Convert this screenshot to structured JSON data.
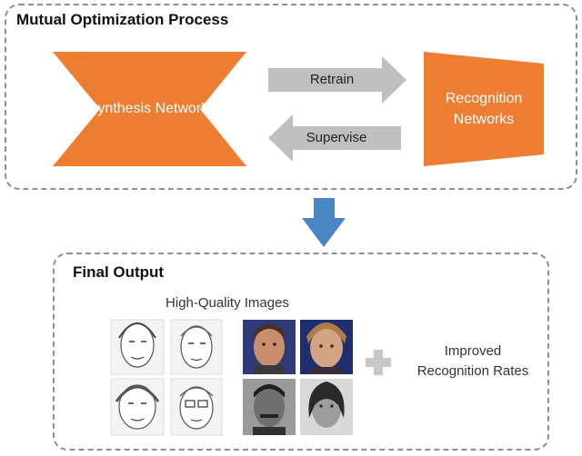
{
  "top_box": {
    "title": "Mutual Optimization Process",
    "synthesis_label": "Synthesis Network",
    "recognition_label_line1": "Recognition",
    "recognition_label_line2": "Networks",
    "retrain_label": "Retrain",
    "supervise_label": "Supervise"
  },
  "bottom_box": {
    "title": "Final Output",
    "images_caption": "High-Quality Images",
    "result_line1": "Improved",
    "result_line2": "Recognition Rates",
    "sketch_images": [
      "sketch-face-1",
      "sketch-face-2",
      "sketch-face-3",
      "sketch-face-4"
    ],
    "photo_images": [
      "photo-face-1",
      "photo-face-2",
      "photo-face-3",
      "photo-face-4"
    ]
  },
  "colors": {
    "network_orange": "#ED7D31",
    "arrow_gray": "#BFBFBF",
    "down_arrow_blue": "#4A86C5",
    "plus_gray": "#C8C8C8",
    "dashed_border": "#8E8E8E"
  }
}
